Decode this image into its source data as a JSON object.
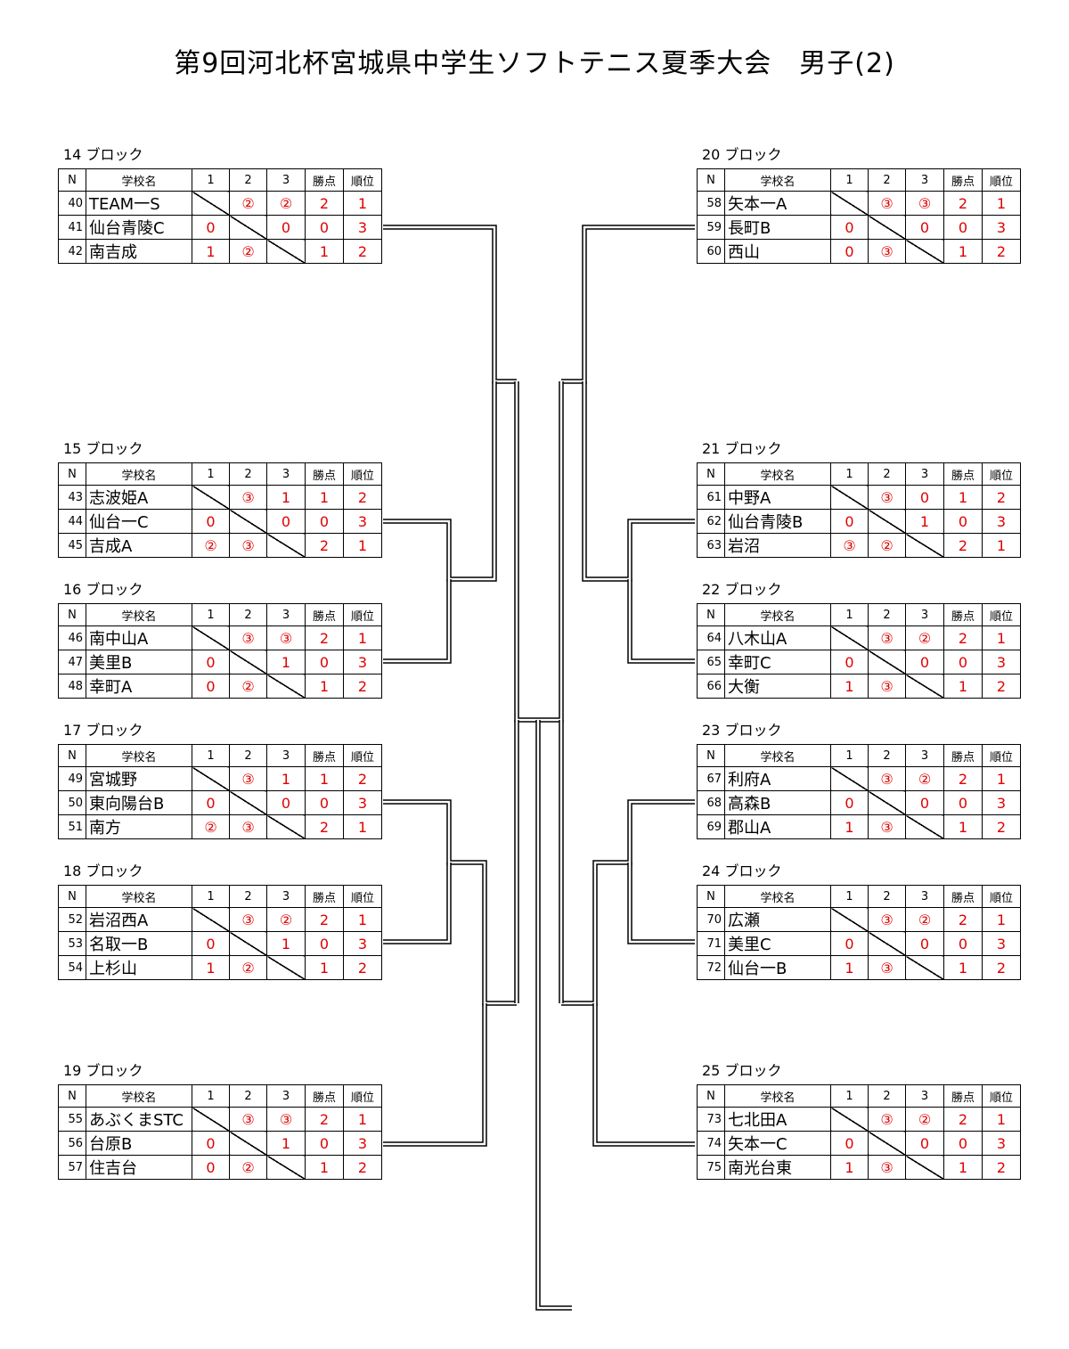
{
  "title": "第9回河北杯宮城県中学生ソフトテニス夏季大会　男子(2)",
  "headers": {
    "n": "N",
    "school": "学校名",
    "c1": "1",
    "c2": "2",
    "c3": "3",
    "points": "勝点",
    "rank": "順位"
  },
  "blocks": [
    {
      "label": "14 ブロック",
      "rows": [
        {
          "n": "40",
          "name": "TEAM一S",
          "r1": "",
          "r2": "②",
          "r3": "②",
          "points": "2",
          "rank": "1"
        },
        {
          "n": "41",
          "name": "仙台青陵C",
          "r1": "0",
          "r2": "",
          "r3": "0",
          "points": "0",
          "rank": "3"
        },
        {
          "n": "42",
          "name": "南吉成",
          "r1": "1",
          "r2": "②",
          "r3": "",
          "points": "1",
          "rank": "2"
        }
      ]
    },
    {
      "label": "15 ブロック",
      "rows": [
        {
          "n": "43",
          "name": "志波姫A",
          "r1": "",
          "r2": "③",
          "r3": "1",
          "points": "1",
          "rank": "2"
        },
        {
          "n": "44",
          "name": "仙台一C",
          "r1": "0",
          "r2": "",
          "r3": "0",
          "points": "0",
          "rank": "3"
        },
        {
          "n": "45",
          "name": "吉成A",
          "r1": "②",
          "r2": "③",
          "r3": "",
          "points": "2",
          "rank": "1"
        }
      ]
    },
    {
      "label": "16 ブロック",
      "rows": [
        {
          "n": "46",
          "name": "南中山A",
          "r1": "",
          "r2": "③",
          "r3": "③",
          "points": "2",
          "rank": "1"
        },
        {
          "n": "47",
          "name": "美里B",
          "r1": "0",
          "r2": "",
          "r3": "1",
          "points": "0",
          "rank": "3"
        },
        {
          "n": "48",
          "name": "幸町A",
          "r1": "0",
          "r2": "②",
          "r3": "",
          "points": "1",
          "rank": "2"
        }
      ]
    },
    {
      "label": "17 ブロック",
      "rows": [
        {
          "n": "49",
          "name": "宮城野",
          "r1": "",
          "r2": "③",
          "r3": "1",
          "points": "1",
          "rank": "2"
        },
        {
          "n": "50",
          "name": "東向陽台B",
          "r1": "0",
          "r2": "",
          "r3": "0",
          "points": "0",
          "rank": "3"
        },
        {
          "n": "51",
          "name": "南方",
          "r1": "②",
          "r2": "③",
          "r3": "",
          "points": "2",
          "rank": "1"
        }
      ]
    },
    {
      "label": "18 ブロック",
      "rows": [
        {
          "n": "52",
          "name": "岩沼西A",
          "r1": "",
          "r2": "③",
          "r3": "②",
          "points": "2",
          "rank": "1"
        },
        {
          "n": "53",
          "name": "名取一B",
          "r1": "0",
          "r2": "",
          "r3": "1",
          "points": "0",
          "rank": "3"
        },
        {
          "n": "54",
          "name": "上杉山",
          "r1": "1",
          "r2": "②",
          "r3": "",
          "points": "1",
          "rank": "2"
        }
      ]
    },
    {
      "label": "19 ブロック",
      "rows": [
        {
          "n": "55",
          "name": "あぶくまSTC",
          "r1": "",
          "r2": "③",
          "r3": "③",
          "points": "2",
          "rank": "1"
        },
        {
          "n": "56",
          "name": "台原B",
          "r1": "0",
          "r2": "",
          "r3": "1",
          "points": "0",
          "rank": "3"
        },
        {
          "n": "57",
          "name": "住吉台",
          "r1": "0",
          "r2": "②",
          "r3": "",
          "points": "1",
          "rank": "2"
        }
      ]
    },
    {
      "label": "20 ブロック",
      "rows": [
        {
          "n": "58",
          "name": "矢本一A",
          "r1": "",
          "r2": "③",
          "r3": "③",
          "points": "2",
          "rank": "1"
        },
        {
          "n": "59",
          "name": "長町B",
          "r1": "0",
          "r2": "",
          "r3": "0",
          "points": "0",
          "rank": "3"
        },
        {
          "n": "60",
          "name": "西山",
          "r1": "0",
          "r2": "③",
          "r3": "",
          "points": "1",
          "rank": "2"
        }
      ]
    },
    {
      "label": "21 ブロック",
      "rows": [
        {
          "n": "61",
          "name": "中野A",
          "r1": "",
          "r2": "③",
          "r3": "0",
          "points": "1",
          "rank": "2"
        },
        {
          "n": "62",
          "name": "仙台青陵B",
          "r1": "0",
          "r2": "",
          "r3": "1",
          "points": "0",
          "rank": "3"
        },
        {
          "n": "63",
          "name": "岩沼",
          "r1": "③",
          "r2": "②",
          "r3": "",
          "points": "2",
          "rank": "1"
        }
      ]
    },
    {
      "label": "22 ブロック",
      "rows": [
        {
          "n": "64",
          "name": "八木山A",
          "r1": "",
          "r2": "③",
          "r3": "②",
          "points": "2",
          "rank": "1"
        },
        {
          "n": "65",
          "name": "幸町C",
          "r1": "0",
          "r2": "",
          "r3": "0",
          "points": "0",
          "rank": "3"
        },
        {
          "n": "66",
          "name": "大衡",
          "r1": "1",
          "r2": "③",
          "r3": "",
          "points": "1",
          "rank": "2"
        }
      ]
    },
    {
      "label": "23 ブロック",
      "rows": [
        {
          "n": "67",
          "name": "利府A",
          "r1": "",
          "r2": "③",
          "r3": "②",
          "points": "2",
          "rank": "1"
        },
        {
          "n": "68",
          "name": "高森B",
          "r1": "0",
          "r2": "",
          "r3": "0",
          "points": "0",
          "rank": "3"
        },
        {
          "n": "69",
          "name": "郡山A",
          "r1": "1",
          "r2": "③",
          "r3": "",
          "points": "1",
          "rank": "2"
        }
      ]
    },
    {
      "label": "24 ブロック",
      "rows": [
        {
          "n": "70",
          "name": "広瀬",
          "r1": "",
          "r2": "③",
          "r3": "②",
          "points": "2",
          "rank": "1"
        },
        {
          "n": "71",
          "name": "美里C",
          "r1": "0",
          "r2": "",
          "r3": "0",
          "points": "0",
          "rank": "3"
        },
        {
          "n": "72",
          "name": "仙台一B",
          "r1": "1",
          "r2": "③",
          "r3": "",
          "points": "1",
          "rank": "2"
        }
      ]
    },
    {
      "label": "25 ブロック",
      "rows": [
        {
          "n": "73",
          "name": "七北田A",
          "r1": "",
          "r2": "③",
          "r3": "②",
          "points": "2",
          "rank": "1"
        },
        {
          "n": "74",
          "name": "矢本一C",
          "r1": "0",
          "r2": "",
          "r3": "0",
          "points": "0",
          "rank": "3"
        },
        {
          "n": "75",
          "name": "南光台東",
          "r1": "1",
          "r2": "③",
          "r3": "",
          "points": "1",
          "rank": "2"
        }
      ]
    }
  ]
}
